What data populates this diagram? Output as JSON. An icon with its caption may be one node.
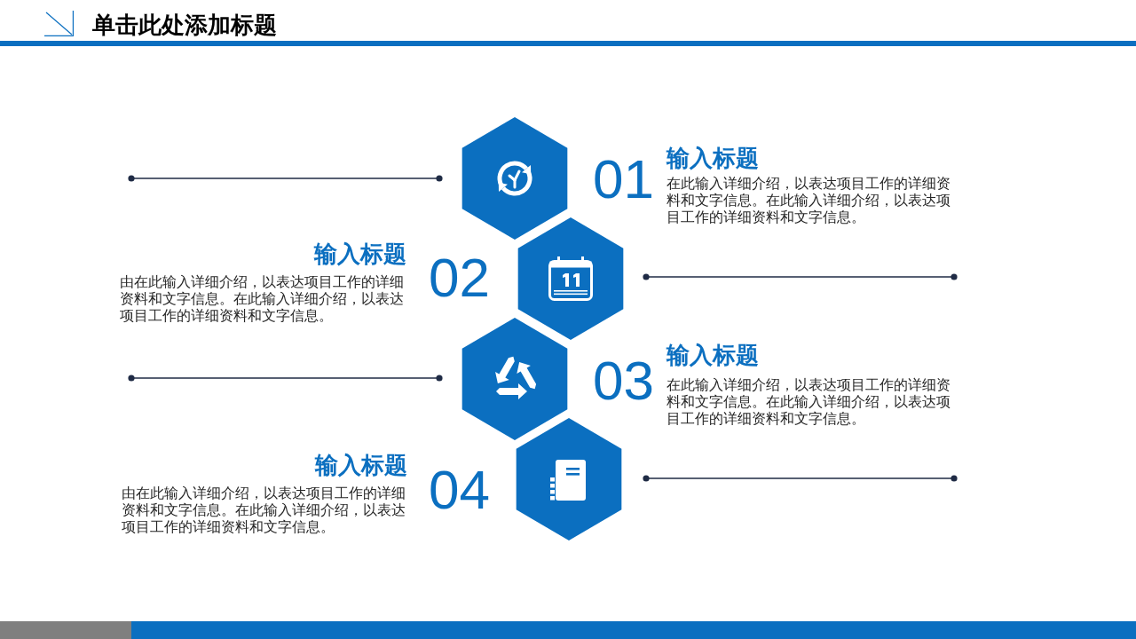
{
  "diagram": {
    "title": "单击此处添加标题",
    "nodes": [
      {
        "text": [],
        "shape": "hexagon",
        "beside": [
          "01",
          "输入标题",
          "在此输入详细介绍，以表达项目工作的详细资料和文字信息。在此输入详细介绍，以表达项目工作的详细资料和文字信息。"
        ]
      },
      {
        "text": [],
        "shape": "hexagon",
        "beside": [
          "02",
          "输入标题",
          "由在此输入详细介绍，以表达项目工作的详细资料和文字信息。在此输入详细介绍，以表达项目工作的详细资料和文字信息。"
        ]
      },
      {
        "text": [],
        "shape": "hexagon",
        "beside": [
          "03",
          "输入标题",
          "在此输入详细介绍，以表达项目工作的详细资料和文字信息。在此输入详细介绍，以表达项目工作的详细资料和文字信息。"
        ]
      },
      {
        "text": [],
        "shape": "hexagon",
        "beside": [
          "04",
          "输入标题",
          "由在此输入详细介绍，以表达项目工作的详细资料和文字信息。在此输入详细介绍，以表达项目工作的详细资料和文字信息。"
        ]
      }
    ]
  }
}
